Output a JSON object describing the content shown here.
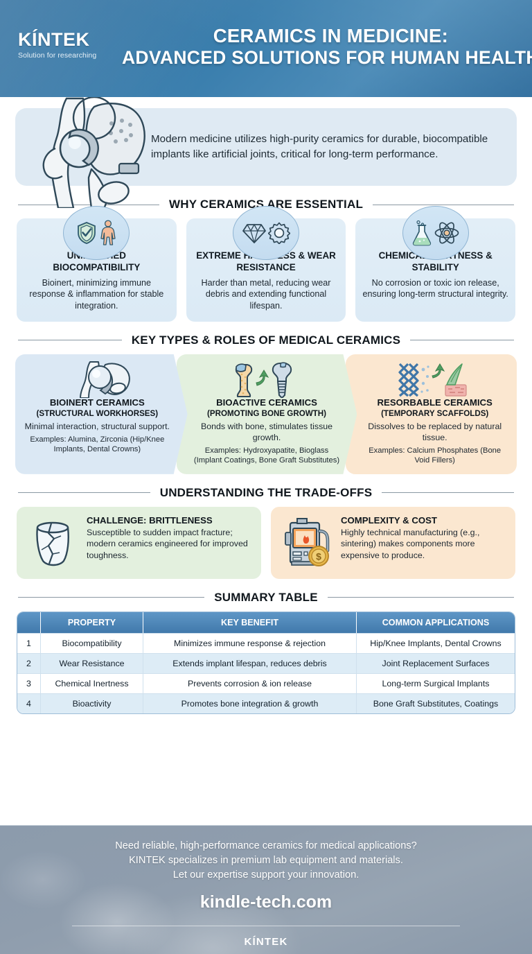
{
  "header": {
    "logo_word": "KÍNTEK",
    "logo_tagline": "Solution for researching",
    "title_line1": "CERAMICS IN MEDICINE:",
    "title_line2": "ADVANCED SOLUTIONS FOR HUMAN HEALTH",
    "bg_color": "#3b7fae"
  },
  "intro": {
    "text": "Modern medicine utilizes high-purity ceramics for durable, biocompatible implants like artificial joints, critical for long-term performance.",
    "card_color": "#dfeaf3"
  },
  "sections": {
    "why": "WHY CERAMICS ARE ESSENTIAL",
    "types": "KEY TYPES & ROLES OF MEDICAL CERAMICS",
    "tradeoffs": "UNDERSTANDING THE TRADE-OFFS",
    "summary": "SUMMARY TABLE"
  },
  "benefits": [
    {
      "title": "UNMATCHED BIOCOMPATIBILITY",
      "desc": "Bioinert, minimizing immune response & inflammation for stable integration.",
      "icons": [
        "shield-check-icon",
        "human-body-icon"
      ]
    },
    {
      "title": "EXTREME HARDNESS & WEAR RESISTANCE",
      "desc": "Harder than metal, reducing wear debris and extending functional lifespan.",
      "icons": [
        "diamond-icon",
        "gear-icon"
      ]
    },
    {
      "title": "CHEMICAL INERTNESS & STABILITY",
      "desc": "No corrosion or toxic ion release, ensuring long-term structural integrity.",
      "icons": [
        "flask-icon",
        "atom-icon"
      ]
    }
  ],
  "types": [
    {
      "title": "BIOINERT CERAMICS",
      "subtitle": "(STRUCTURAL WORKHORSES)",
      "desc": "Minimal interaction, structural support.",
      "examples": "Examples: Alumina, Zirconia (Hip/Knee Implants, Dental Crowns)",
      "color": "#dbe8f4",
      "icon": "hip-implant-icon"
    },
    {
      "title": "BIOACTIVE CERAMICS",
      "subtitle": "(PROMOTING BONE GROWTH)",
      "desc": "Bonds with bone, stimulates tissue growth.",
      "examples": "Examples: Hydroxyapatite, Bioglass (Implant Coatings, Bone Graft Substitutes)",
      "color": "#e3f0de",
      "icon": "bone-screw-icon"
    },
    {
      "title": "RESORBABLE CERAMICS",
      "subtitle": "(TEMPORARY SCAFFOLDS)",
      "desc": "Dissolves to be replaced by natural tissue.",
      "examples": "Examples: Calcium Phosphates (Bone Void Fillers)",
      "color": "#fbe7d0",
      "icon": "scaffold-tissue-icon"
    }
  ],
  "tradeoffs": [
    {
      "title": "CHALLENGE: BRITTLENESS",
      "desc": "Susceptible to sudden impact fracture; modern ceramics engineered for improved toughness.",
      "color": "#e3f0de",
      "icon": "cracked-vessel-icon"
    },
    {
      "title": "COMPLEXITY & COST",
      "desc": "Highly technical manufacturing (e.g., sintering) makes components more expensive to produce.",
      "color": "#fbe7d0",
      "icon": "furnace-cost-icon"
    }
  ],
  "table": {
    "headers": [
      "",
      "PROPERTY",
      "KEY BENEFIT",
      "COMMON APPLICATIONS"
    ],
    "header_color": "#4a87bd",
    "rows": [
      [
        "1",
        "Biocompatibility",
        "Minimizes immune response & rejection",
        "Hip/Knee Implants, Dental Crowns"
      ],
      [
        "2",
        "Wear Resistance",
        "Extends implant lifespan, reduces debris",
        "Joint Replacement Surfaces"
      ],
      [
        "3",
        "Chemical Inertness",
        "Prevents corrosion & ion release",
        "Long-term Surgical Implants"
      ],
      [
        "4",
        "Bioactivity",
        "Promotes bone integration & growth",
        "Bone Graft Substitutes, Coatings"
      ]
    ]
  },
  "footer": {
    "cta_line1": "Need reliable, high-performance ceramics for medical applications?",
    "cta_line2": "KINTEK specializes in premium lab equipment and materials.",
    "cta_line3": "Let our expertise support your innovation.",
    "url": "kindle-tech.com",
    "logo": "KÍNTEK"
  }
}
